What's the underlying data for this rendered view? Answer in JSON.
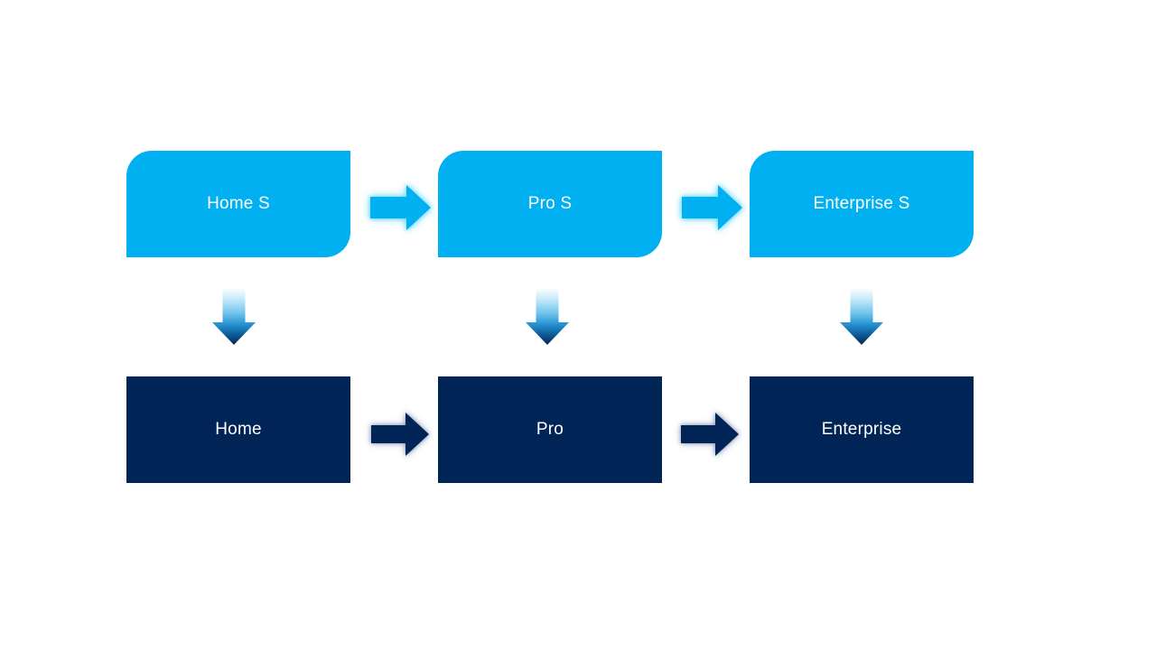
{
  "diagram": {
    "type": "process-upgrade-flow",
    "background_color": "#FFFFFF",
    "columns": [
      {
        "top_label": "Home S",
        "bottom_label": "Home"
      },
      {
        "top_label": "Pro S",
        "bottom_label": "Pro"
      },
      {
        "top_label": "Enterprise S",
        "bottom_label": "Enterprise"
      }
    ],
    "colors": {
      "top_box_fill": "#00B0F0",
      "bottom_box_fill": "#012456",
      "label_text": "#FFFFFF",
      "top_arrow_fill": "#00B0F0",
      "bottom_arrow_fill": "#012456",
      "down_arrow_gradient": [
        "#FFFFFF",
        "#BEE6F8",
        "#6FC3ED",
        "#2B97D4",
        "#0F68A6",
        "#0A2450"
      ]
    },
    "icons": {
      "horizontal_connector": "right-arrow-icon",
      "vertical_connector": "down-arrow-icon"
    }
  }
}
